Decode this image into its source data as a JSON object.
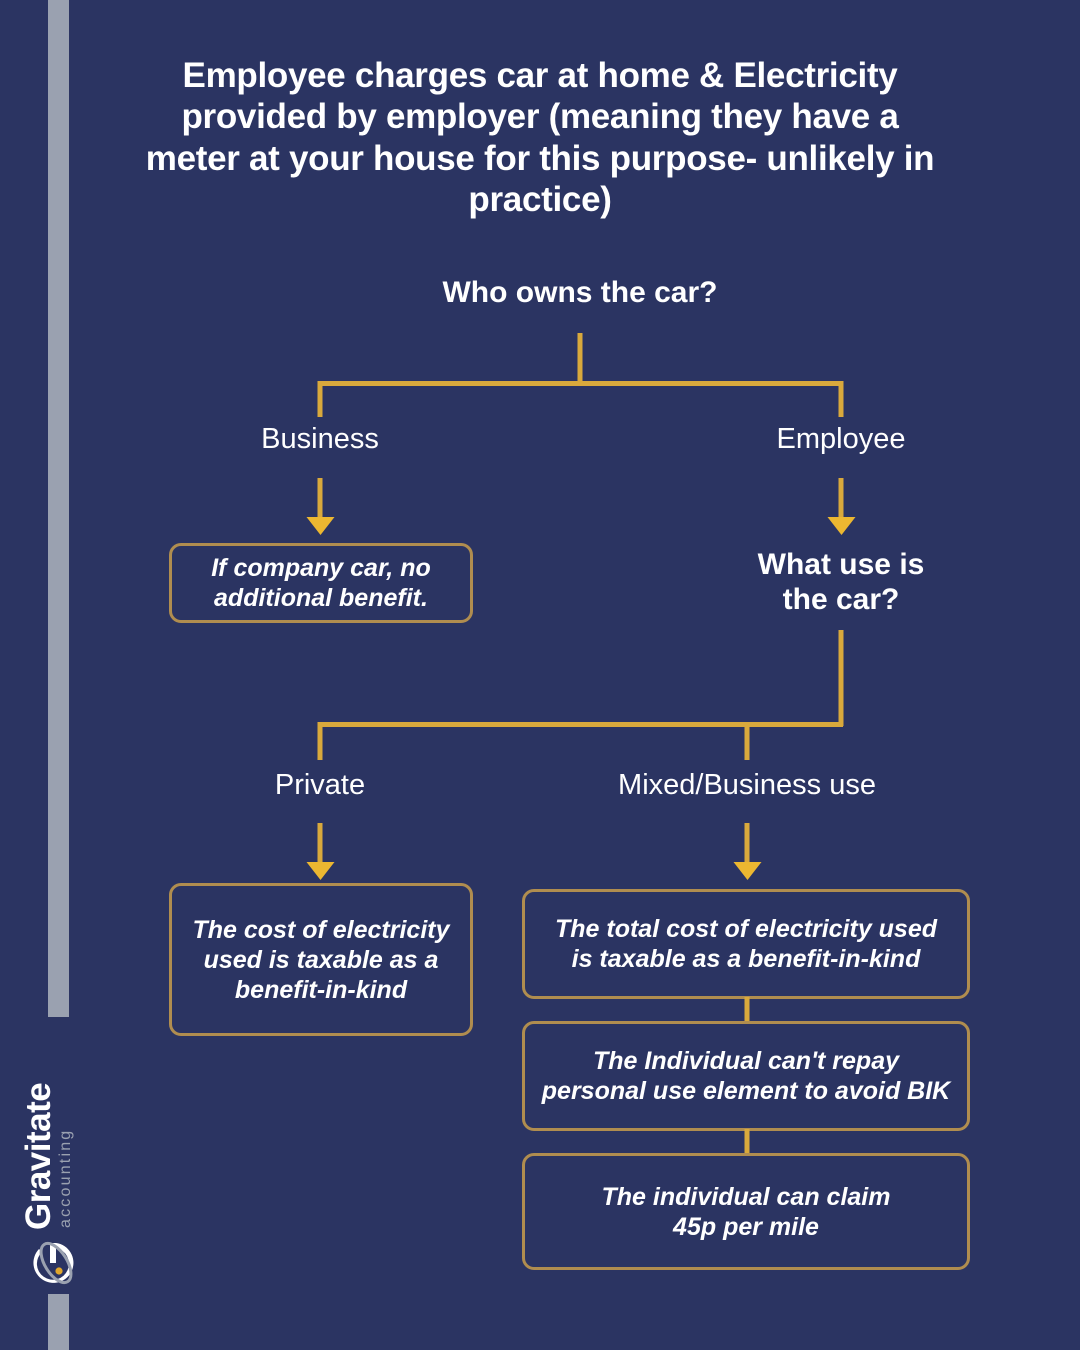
{
  "colors": {
    "background": "#2b3462",
    "accent_gold": "#d9a93c",
    "arrow_gold": "#ecb731",
    "box_border": "#b08d4f",
    "rail_gray": "#9aa1b0",
    "text_white": "#ffffff"
  },
  "brand": {
    "name": "Gravitate",
    "sub": "accounting",
    "mark": "orbit-g-icon"
  },
  "headline": "Employee charges car at home & Electricity provided by employer (meaning they have a meter at your house for this purpose- unlikely in practice)",
  "flow": {
    "root_question": "Who owns the car?",
    "branch_business": "Business",
    "branch_employee": "Employee",
    "box_company_car": "If company car, no\nadditional benefit.",
    "second_question": "What use is\nthe car?",
    "branch_private": "Private",
    "branch_mixed": "Mixed/Business use",
    "box_private_cost": "The cost of electricity\nused is taxable as a\nbenefit-in-kind",
    "box_total_cost": "The total cost of electricity used\nis taxable as a benefit-in-kind",
    "box_no_repay": "The Individual can't repay\npersonal use element to avoid BIK",
    "box_mileage": "The individual can claim\n45p per mile"
  }
}
